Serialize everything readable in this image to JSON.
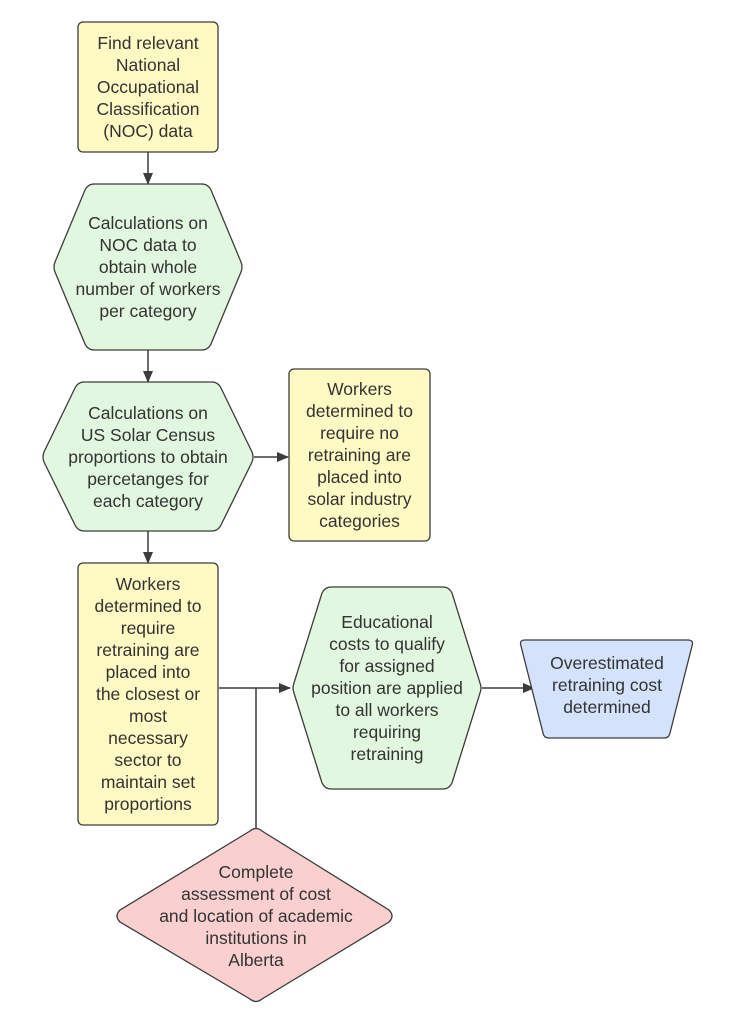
{
  "colors": {
    "yellow_fill": "#fff9c4",
    "green_fill": "#e2f7df",
    "blue_fill": "#d4e3fb",
    "pink_fill": "#f9cfcf",
    "stroke": "#3c3c3c",
    "text": "#333333"
  },
  "nodes": {
    "find_noc": {
      "shape": "rectangle",
      "label": "Find relevant\nNational\nOccupational\nClassification\n(NOC) data"
    },
    "calc_noc": {
      "shape": "hexagon",
      "label": "Calculations on\nNOC data to\nobtain whole\nnumber of workers\nper category"
    },
    "calc_census": {
      "shape": "hexagon",
      "label": "Calculations on\nUS Solar Census\nproportions to obtain\npercetanges for\neach category"
    },
    "no_retraining": {
      "shape": "rectangle",
      "label": "Workers\ndetermined to\nrequire no\nretraining are\nplaced into\nsolar industry\ncategories"
    },
    "require_retraining": {
      "shape": "rectangle",
      "label": "Workers\ndetermined to\nrequire\nretraining are\nplaced into\nthe closest or\nmost\nnecessary\nsector to\nmaintain set\nproportions"
    },
    "educational_costs": {
      "shape": "hexagon",
      "label": "Educational\ncosts to qualify\nfor assigned\nposition are applied\nto all workers\nrequiring\nretraining"
    },
    "overestimated": {
      "shape": "trapezoid",
      "label": "Overestimated\nretraining cost\ndetermined"
    },
    "assessment": {
      "shape": "diamond",
      "label": "Complete\nassessment of cost\nand location of academic\ninstitutions in\nAlberta"
    }
  },
  "edges": [
    {
      "from": "find_noc",
      "to": "calc_noc"
    },
    {
      "from": "calc_noc",
      "to": "calc_census"
    },
    {
      "from": "calc_census",
      "to": "no_retraining"
    },
    {
      "from": "calc_census",
      "to": "require_retraining"
    },
    {
      "from": "require_retraining",
      "to": "educational_costs"
    },
    {
      "from": "assessment",
      "to": "educational_costs"
    },
    {
      "from": "educational_costs",
      "to": "overestimated"
    }
  ]
}
